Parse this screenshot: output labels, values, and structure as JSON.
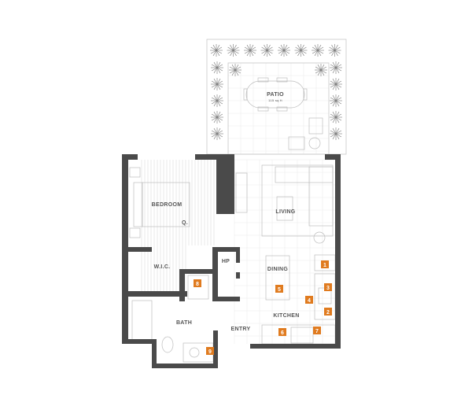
{
  "rooms": {
    "patio": "PATIO",
    "patio_area": "115 sq ft",
    "bedroom": "BEDROOM",
    "bed_size": "Q.",
    "living": "LIVING",
    "wic": "W.I.C.",
    "hp": "HP",
    "dining": "DINING",
    "kitchen": "KITCHEN",
    "bath": "BATH",
    "entry": "ENTRY"
  },
  "badges": [
    "1",
    "2",
    "3",
    "4",
    "5",
    "6",
    "7",
    "8",
    "9"
  ],
  "colors": {
    "wall": "#4a4a4a",
    "badge": "#e07b1f"
  }
}
